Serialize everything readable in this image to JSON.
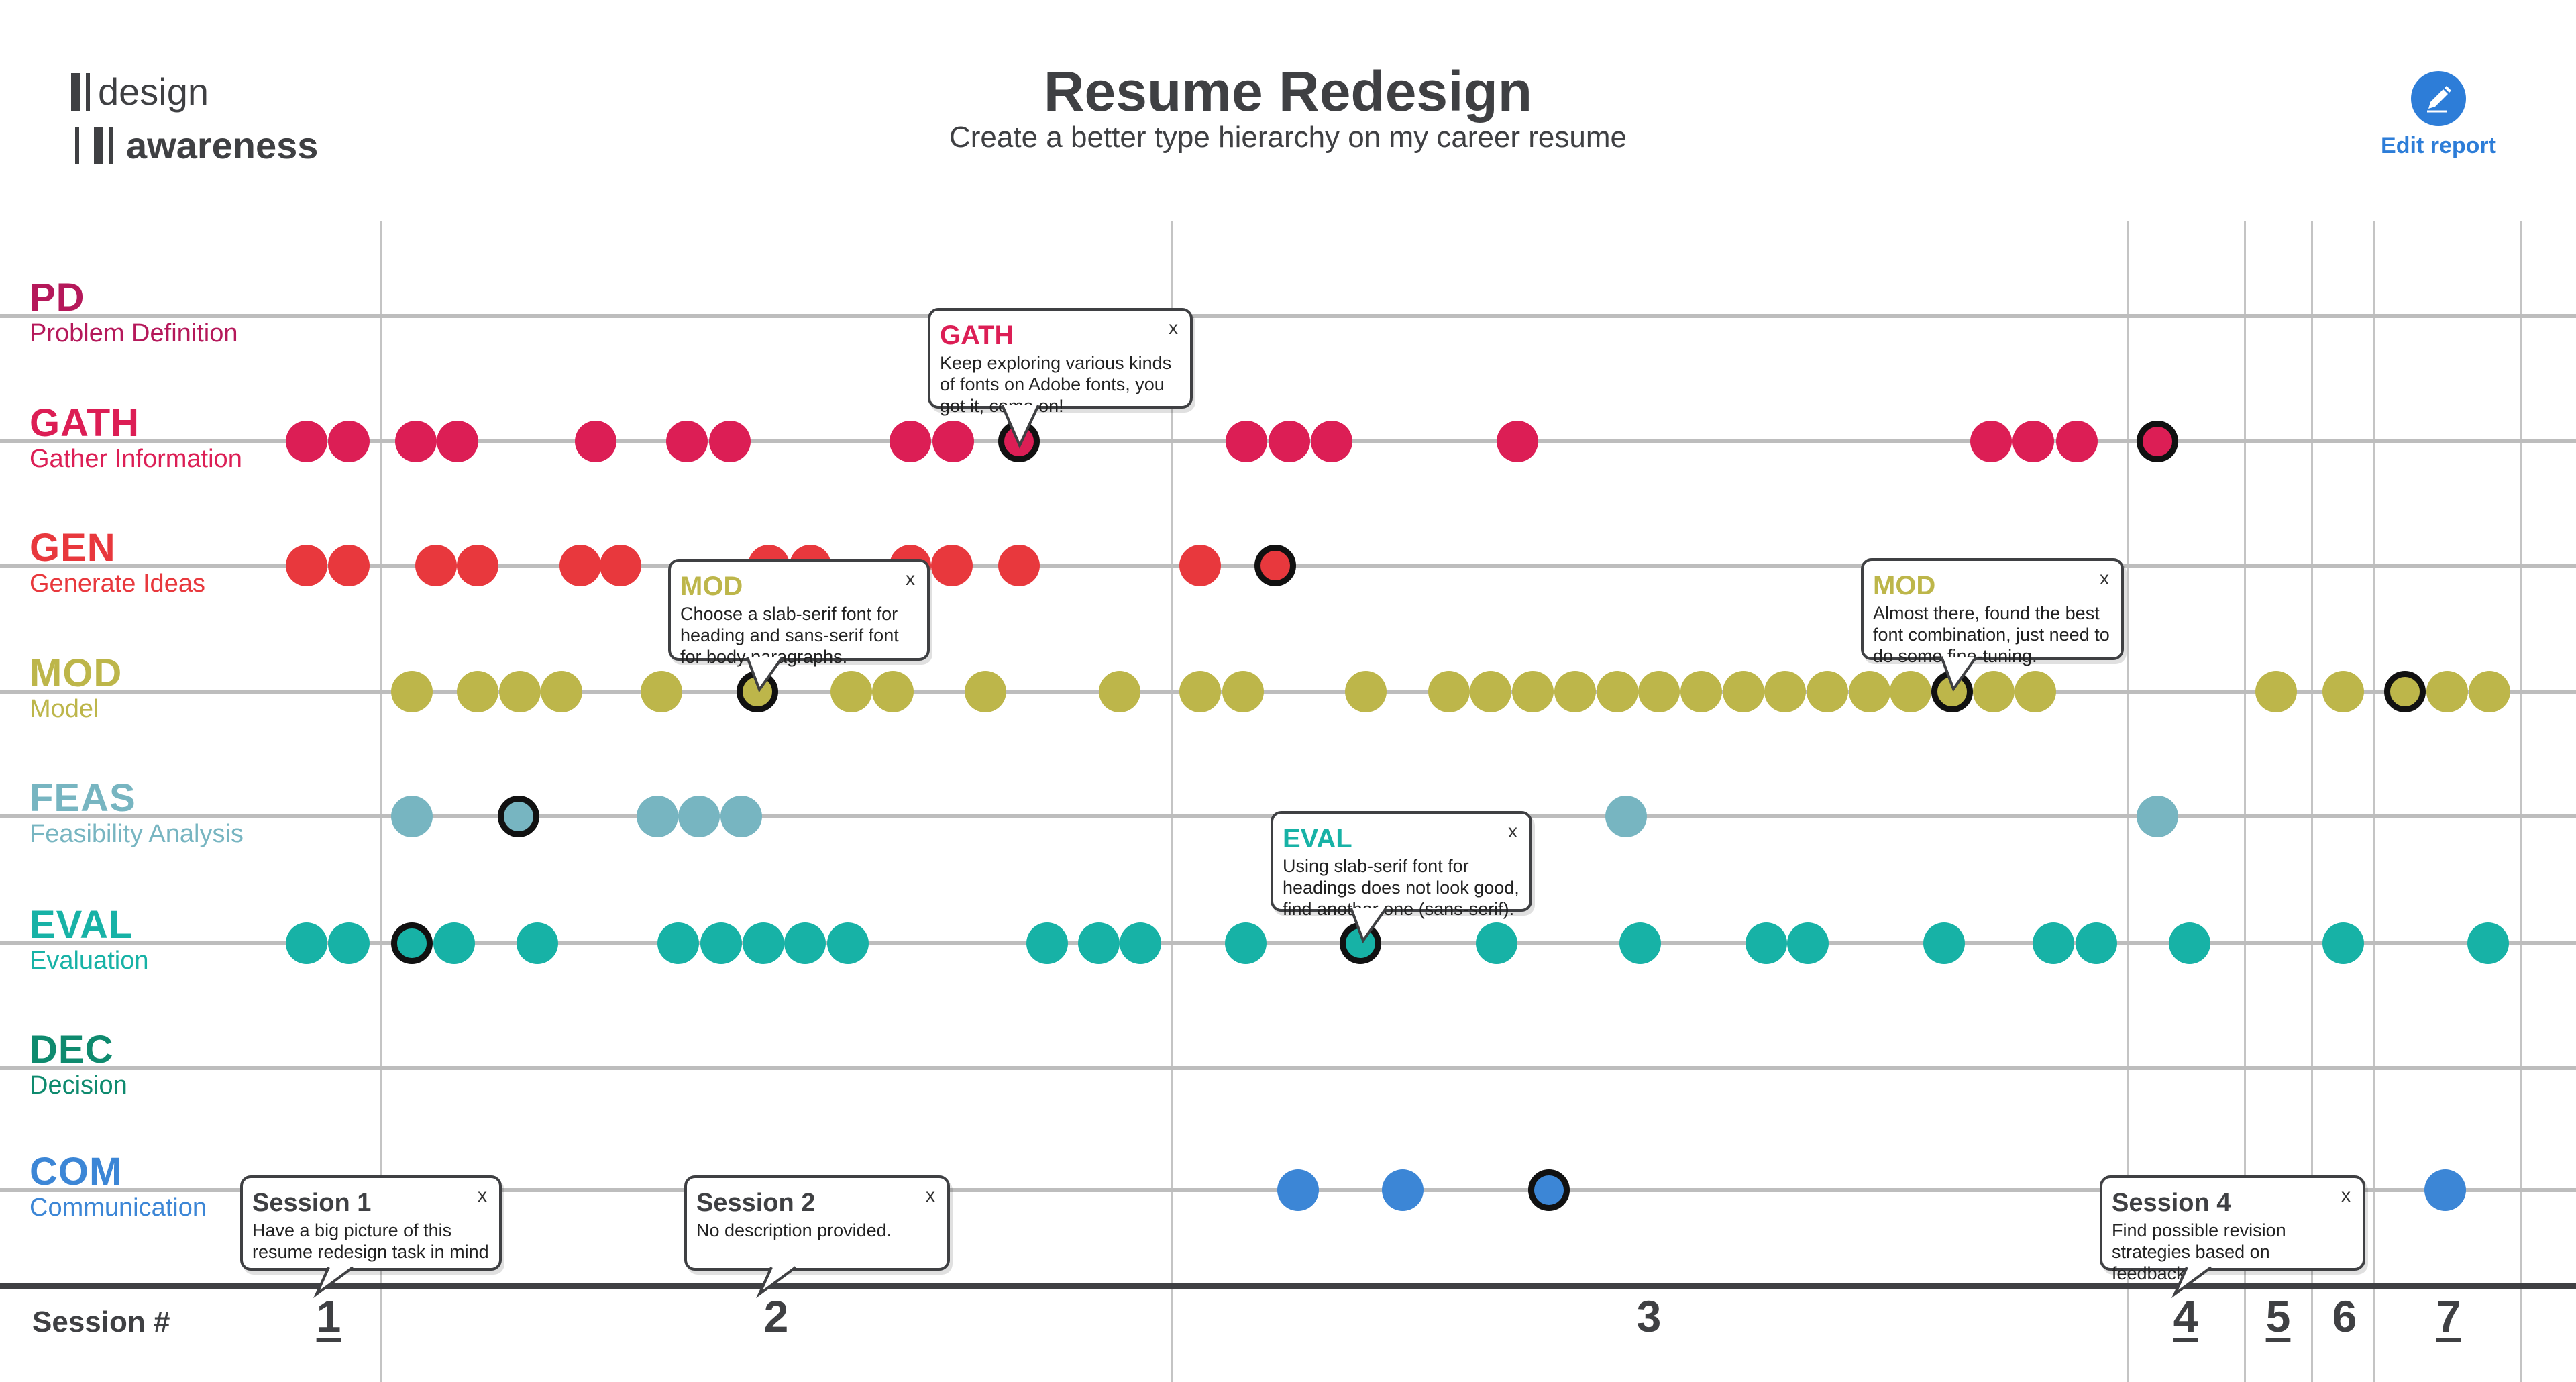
{
  "header": {
    "logo_line1": "design",
    "logo_line2": "awareness",
    "title": "Resume Redesign",
    "subtitle": "Create a better type hierarchy on my career resume",
    "edit_label": "Edit report",
    "edit_icon": "pencil-icon"
  },
  "colors": {
    "PD": "#b5185a",
    "GATH": "#dc1e55",
    "GEN": "#e8383d",
    "MOD": "#bdb64a",
    "FEAS": "#77b5c1",
    "EVAL": "#17b2a6",
    "DEC": "#0e8a6e",
    "COM": "#3c86d6"
  },
  "rows": [
    {
      "code": "PD",
      "name": "Problem Definition"
    },
    {
      "code": "GATH",
      "name": "Gather Information"
    },
    {
      "code": "GEN",
      "name": "Generate Ideas"
    },
    {
      "code": "MOD",
      "name": "Model"
    },
    {
      "code": "FEAS",
      "name": "Feasibility Analysis"
    },
    {
      "code": "EVAL",
      "name": "Evaluation"
    },
    {
      "code": "DEC",
      "name": "Decision"
    },
    {
      "code": "COM",
      "name": "Communication"
    }
  ],
  "axis": {
    "label": "Session #",
    "sessions": [
      "1",
      "2",
      "3",
      "4",
      "5",
      "6",
      "7"
    ]
  },
  "callouts": [
    {
      "title": "GATH",
      "text": "Keep exploring various kinds of fonts on Adobe fonts, you got it, come on!",
      "close": "x"
    },
    {
      "title": "MOD",
      "text": "Choose a slab-serif font for heading and sans-serif font for body paragraphs.",
      "close": "x"
    },
    {
      "title": "MOD",
      "text": "Almost there, found the best font combination, just need to do some fine-tuning.",
      "close": "x"
    },
    {
      "title": "EVAL",
      "text": "Using slab-serif font for headings does not look good, find another one (sans-serif).",
      "close": "x"
    },
    {
      "title": "Session 1",
      "text": "Have a big picture of this resume redesign task in mind",
      "close": "x"
    },
    {
      "title": "Session 2",
      "text": "No description provided.",
      "close": "x"
    },
    {
      "title": "Session 4",
      "text": "Find possible revision strategies based on feedback.",
      "close": "x"
    }
  ]
}
